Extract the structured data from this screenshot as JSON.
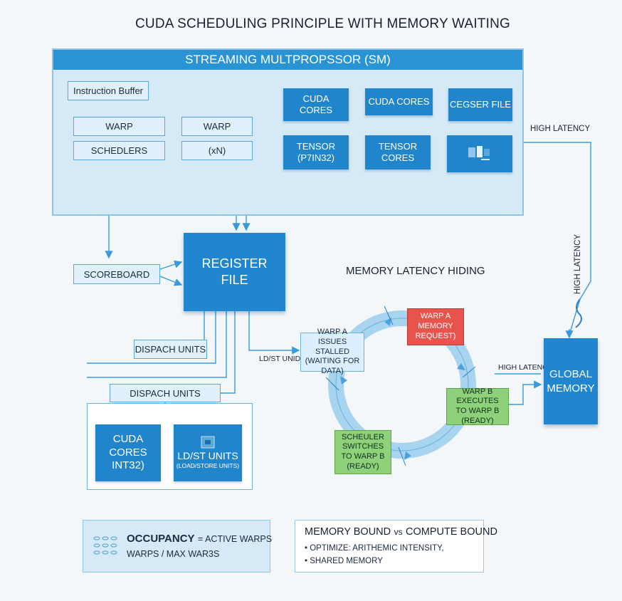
{
  "title": "CUDA SCHEDULING PRINCIPLE WITH MEMORY WAITING",
  "sm": {
    "header": "STREAMING MULTPROPSSOR (SM)",
    "instruction_buffer": "Instruction Buffer",
    "warp_left": "WARP",
    "warp_right": "WARP",
    "schedulers": "SCHEDLERS",
    "xn": "(xN)",
    "cuda_cores_1": "CUDA CORES",
    "cuda_cores_2": "CUDA CORES",
    "cegser_file": "CEGSER FILE",
    "tensor_1": "TENSOR (P7IN32)",
    "tensor_2": "TENSOR CORES"
  },
  "high_latency_top": "HIGH LATENCY",
  "high_latency_vertical": "HIGH LATENCY",
  "high_latency_mid": "HIGH LATENCY",
  "register_file": "REGISTER FILE",
  "scoreboard": "SCOREBOARD",
  "dispach_units_1": "DISPACH UNITS",
  "dispach_units_2": "DISPACH UNITS",
  "ldst_unit_label": "LD/ST UNIDY",
  "exec": {
    "cuda_cores": "CUDA CORES INT32)",
    "ldst_units": "LD/ST UNITS",
    "ldst_sub": "(LOAD/STORE UNITS)"
  },
  "latency_hiding": {
    "title": "MEMORY LATENCY HIDING",
    "warp_a_stalled": "WARP A ISSUES STALLED (WAITING FOR DATA)",
    "warp_a_request": "WARP A MEMORY REQUEST)",
    "warp_b_executes": "WARP B EXECUTES TO WARP B (READY)",
    "scheduler_switches": "SCHEULER SWITCHES TO WARP B (READY)"
  },
  "global_memory": "GLOBAL MEMORY",
  "occupancy": {
    "label": "OCCUPANCY",
    "eq": "= ACTIVE WARPS",
    "line2": "WARPS / MAX WAR3S"
  },
  "memory_bound": {
    "title_a": "MEMORY BOUND",
    "vs": "vs",
    "title_b": "COMPUTE BOUND",
    "bullet1": "OPTIMIZE: ARITHEMIC INTENSITY,",
    "bullet2": "SHARED MEMORY"
  },
  "colors": {
    "accent_blue": "#2185cc",
    "light_blue": "#d5e9f6",
    "memory_request_red": "#e8534c",
    "ready_green": "#8fd07a"
  }
}
